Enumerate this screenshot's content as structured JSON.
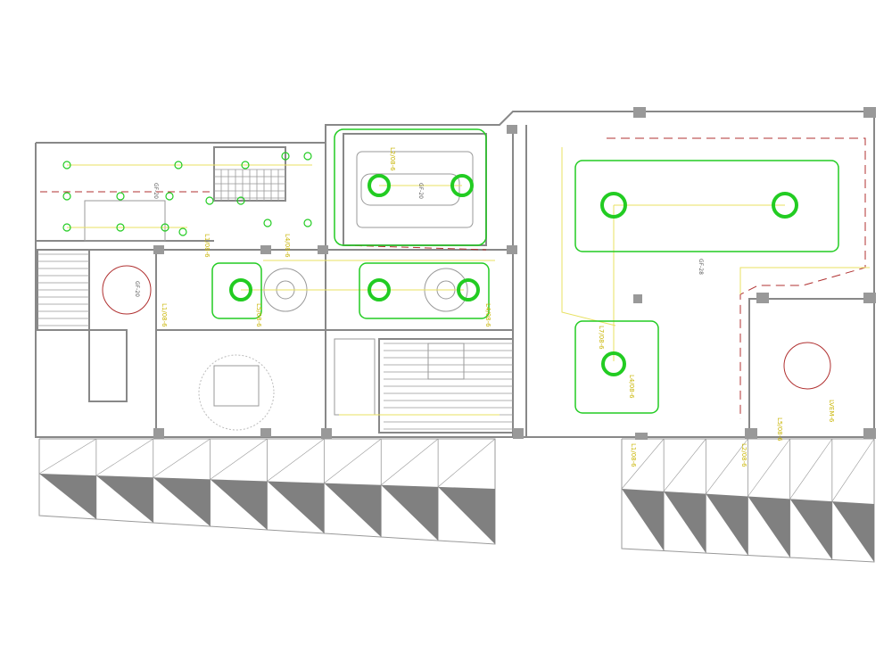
{
  "drawing": {
    "room_tags": [
      "GF-20",
      "GF-20",
      "GF-20",
      "GF-28"
    ],
    "circuit_labels": [
      "L1/08-6",
      "L4/08-6",
      "L5/08-6",
      "L1/08-6",
      "L4/08-6",
      "L2/08-6",
      "L4/08-6",
      "L7/08-6",
      "LVEM-6",
      "L5/08-6",
      "L1/08-6",
      "L2/08-6"
    ],
    "colors": {
      "wall": "#808080",
      "fixture": "#22cc22",
      "wiring": "#e8e060",
      "emergency": "#b03030",
      "label": "#c8b400",
      "paving": "#808080"
    }
  }
}
